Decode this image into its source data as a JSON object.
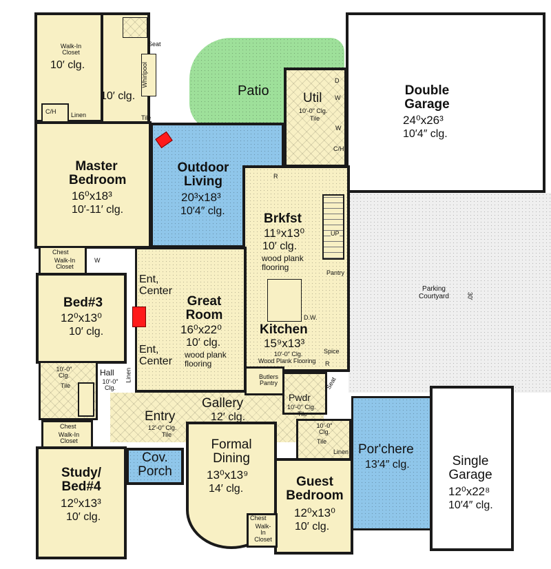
{
  "rooms": {
    "walk_in_closet_master": {
      "name": "Walk-In Closet",
      "ceiling": "10′ clg."
    },
    "master_bath": {
      "ceiling": "10′ clg.",
      "whirlpool": "Whirlpool",
      "seat": "Seat",
      "tile": "Tile",
      "ch": "C/H",
      "linen": "Linen"
    },
    "master_bedroom": {
      "name": "Master Bedroom",
      "size": "16⁰x18³",
      "ceiling": "10′-11′ clg."
    },
    "patio": {
      "name": "Patio"
    },
    "outdoor_living": {
      "name": "Outdoor Living",
      "size": "20³x18³",
      "ceiling": "10′4″ clg.",
      "fridge": "R"
    },
    "util": {
      "name": "Util",
      "ceiling": "10′-0″ Clg.",
      "floor": "Tile",
      "dryer": "D",
      "washer": "W",
      "water_heater": "W",
      "ch": "C/H"
    },
    "double_garage": {
      "name": "Double Garage",
      "size": "24⁰x26³",
      "ceiling": "10′4″ clg."
    },
    "brkfst": {
      "name": "Brkfst",
      "size": "11⁹x13⁰",
      "ceiling": "10′ clg.",
      "floor": "wood plank flooring",
      "stairs": "UP",
      "pantry": "Pantry"
    },
    "parking_courtyard": {
      "name": "Parking Courtyard",
      "dimension": "30′"
    },
    "chest_closet_1": {
      "chest": "Chest",
      "closet": "Walk-In Closet",
      "washer": "W"
    },
    "bed3": {
      "name": "Bed#3",
      "size": "12⁰x13⁰",
      "ceiling": "10′ clg."
    },
    "great_room": {
      "name": "Great Room",
      "size": "16⁰x22⁰",
      "ceiling": "10′ clg.",
      "floor": "wood plank flooring",
      "ent_center_top": "Ent, Center",
      "ent_center_bottom": "Ent, Center"
    },
    "kitchen": {
      "name": "Kitchen",
      "size": "15⁹x13³",
      "ceiling": "10′-0″ Clg.",
      "floor": "Wood Plank Flooring",
      "dw": "D.W.",
      "spice": "Spice",
      "fridge": "R"
    },
    "hall_bath": {
      "ceiling": "10′-0″ Clg.",
      "floor": "Tile"
    },
    "hall": {
      "name": "Hall",
      "ceiling": "10′-0″ Clg.",
      "linen": "Linen"
    },
    "butlers_pantry": {
      "name": "Butlers Pantry"
    },
    "pwdr": {
      "name": "Pwdr",
      "ceiling": "10′-0″ Clg.",
      "floor": "Tile",
      "seat": "Seat"
    },
    "gallery": {
      "name": "Gallery",
      "ceiling": "12′ clg."
    },
    "entry": {
      "name": "Entry",
      "ceiling": "12′-0″ Clg.",
      "floor": "Tile"
    },
    "chest_closet_2": {
      "chest": "Chest",
      "closet": "Walk-In Closet"
    },
    "study": {
      "name": "Study/ Bed#4",
      "size": "12⁰x13³",
      "ceiling": "10′ clg."
    },
    "cov_porch": {
      "name": "Cov. Porch"
    },
    "formal_dining": {
      "name": "Formal Dining",
      "size": "13⁰x13⁹",
      "ceiling": "14′ clg."
    },
    "guest_bath": {
      "ceiling": "10′-0″ Clg.",
      "floor": "Tile",
      "linen": "Linen"
    },
    "guest_bedroom": {
      "name": "Guest Bedroom",
      "size": "12⁰x13⁰",
      "ceiling": "10′ clg.",
      "chest": "Chest",
      "closet": "Walk-In Closet"
    },
    "porchere": {
      "name": "Por'chere",
      "ceiling": "13′4″ clg."
    },
    "single_garage": {
      "name": "Single Garage",
      "size": "12⁰x22⁸",
      "ceiling": "10′4″ clg."
    }
  },
  "colors": {
    "interior": "#f8f0c4",
    "outdoor_living": "#8fc6ea",
    "patio": "#9ee09a",
    "fireplace": "#ff1a1a",
    "walls": "#1a1a1a"
  }
}
